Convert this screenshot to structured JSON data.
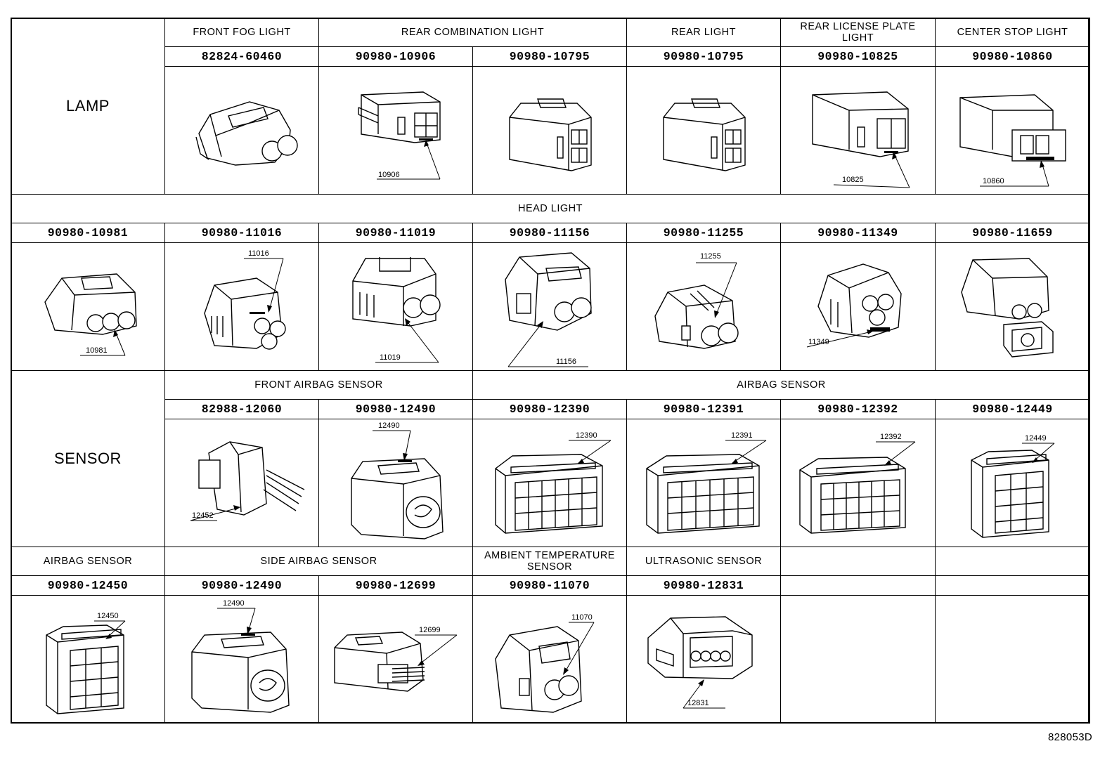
{
  "lamp": {
    "category": "LAMP",
    "groups": [
      "FRONT FOG LIGHT",
      "REAR COMBINATION LIGHT",
      "REAR LIGHT",
      "REAR LICENSE PLATE LIGHT",
      "CENTER STOP LIGHT"
    ],
    "parts": [
      {
        "number": "82824-60460",
        "callout": "",
        "icon": "round-2-pin-connector-icon"
      },
      {
        "number": "90980-10906",
        "callout": "10906",
        "icon": "rect-2-pin-connector-icon"
      },
      {
        "number": "90980-10795",
        "callout": "",
        "icon": "square-4-cavity-connector-icon"
      },
      {
        "number": "90980-10795",
        "callout": "",
        "icon": "square-4-cavity-connector-icon"
      },
      {
        "number": "90980-10825",
        "callout": "10825",
        "icon": "rect-2-pin-connector-icon"
      },
      {
        "number": "90980-10860",
        "callout": "10860",
        "icon": "rect-2-pin-connector-icon"
      }
    ]
  },
  "head": {
    "group": "HEAD LIGHT",
    "parts": [
      {
        "number": "90980-10981",
        "callout": "10981",
        "icon": "round-3-pin-connector-icon"
      },
      {
        "number": "90980-11016",
        "callout": "11016",
        "icon": "round-3-pin-connector-icon"
      },
      {
        "number": "90980-11019",
        "callout": "11019",
        "icon": "round-2-pin-connector-icon"
      },
      {
        "number": "90980-11156",
        "callout": "11156",
        "icon": "round-2-pin-connector-icon"
      },
      {
        "number": "90980-11255",
        "callout": "11255",
        "icon": "round-2-pin-connector-icon"
      },
      {
        "number": "90980-11349",
        "callout": "11349",
        "icon": "round-3-pin-connector-icon"
      },
      {
        "number": "90980-11659",
        "callout": "",
        "icon": "round-2-pin-connector-icon"
      }
    ]
  },
  "sensor": {
    "category": "SENSOR",
    "groups": [
      "FRONT AIRBAG SENSOR",
      "AIRBAG SENSOR"
    ],
    "parts": [
      {
        "number": "82988-12060",
        "callout": "12452",
        "icon": "wired-connector-icon"
      },
      {
        "number": "90980-12490",
        "callout": "12490",
        "icon": "airbag-connector-icon"
      },
      {
        "number": "90980-12390",
        "callout": "12390",
        "icon": "multi-pin-connector-icon"
      },
      {
        "number": "90980-12391",
        "callout": "12391",
        "icon": "multi-pin-connector-icon"
      },
      {
        "number": "90980-12392",
        "callout": "12392",
        "icon": "multi-pin-connector-icon"
      },
      {
        "number": "90980-12449",
        "callout": "12449",
        "icon": "multi-pin-connector-icon"
      }
    ]
  },
  "bottom": {
    "groups": [
      "AIRBAG SENSOR",
      "SIDE AIRBAG SENSOR",
      "AMBIENT TEMPERATURE SENSOR",
      "ULTRASONIC SENSOR"
    ],
    "parts": [
      {
        "number": "90980-12450",
        "callout": "12450",
        "icon": "multi-pin-connector-icon"
      },
      {
        "number": "90980-12490",
        "callout": "12490",
        "icon": "airbag-connector-icon"
      },
      {
        "number": "90980-12699",
        "callout": "12699",
        "icon": "flat-wired-connector-icon"
      },
      {
        "number": "90980-11070",
        "callout": "11070",
        "icon": "round-2-pin-connector-icon"
      },
      {
        "number": "90980-12831",
        "callout": "12831",
        "icon": "multi-pin-connector-icon"
      }
    ]
  },
  "footer": {
    "code": "828053D"
  }
}
